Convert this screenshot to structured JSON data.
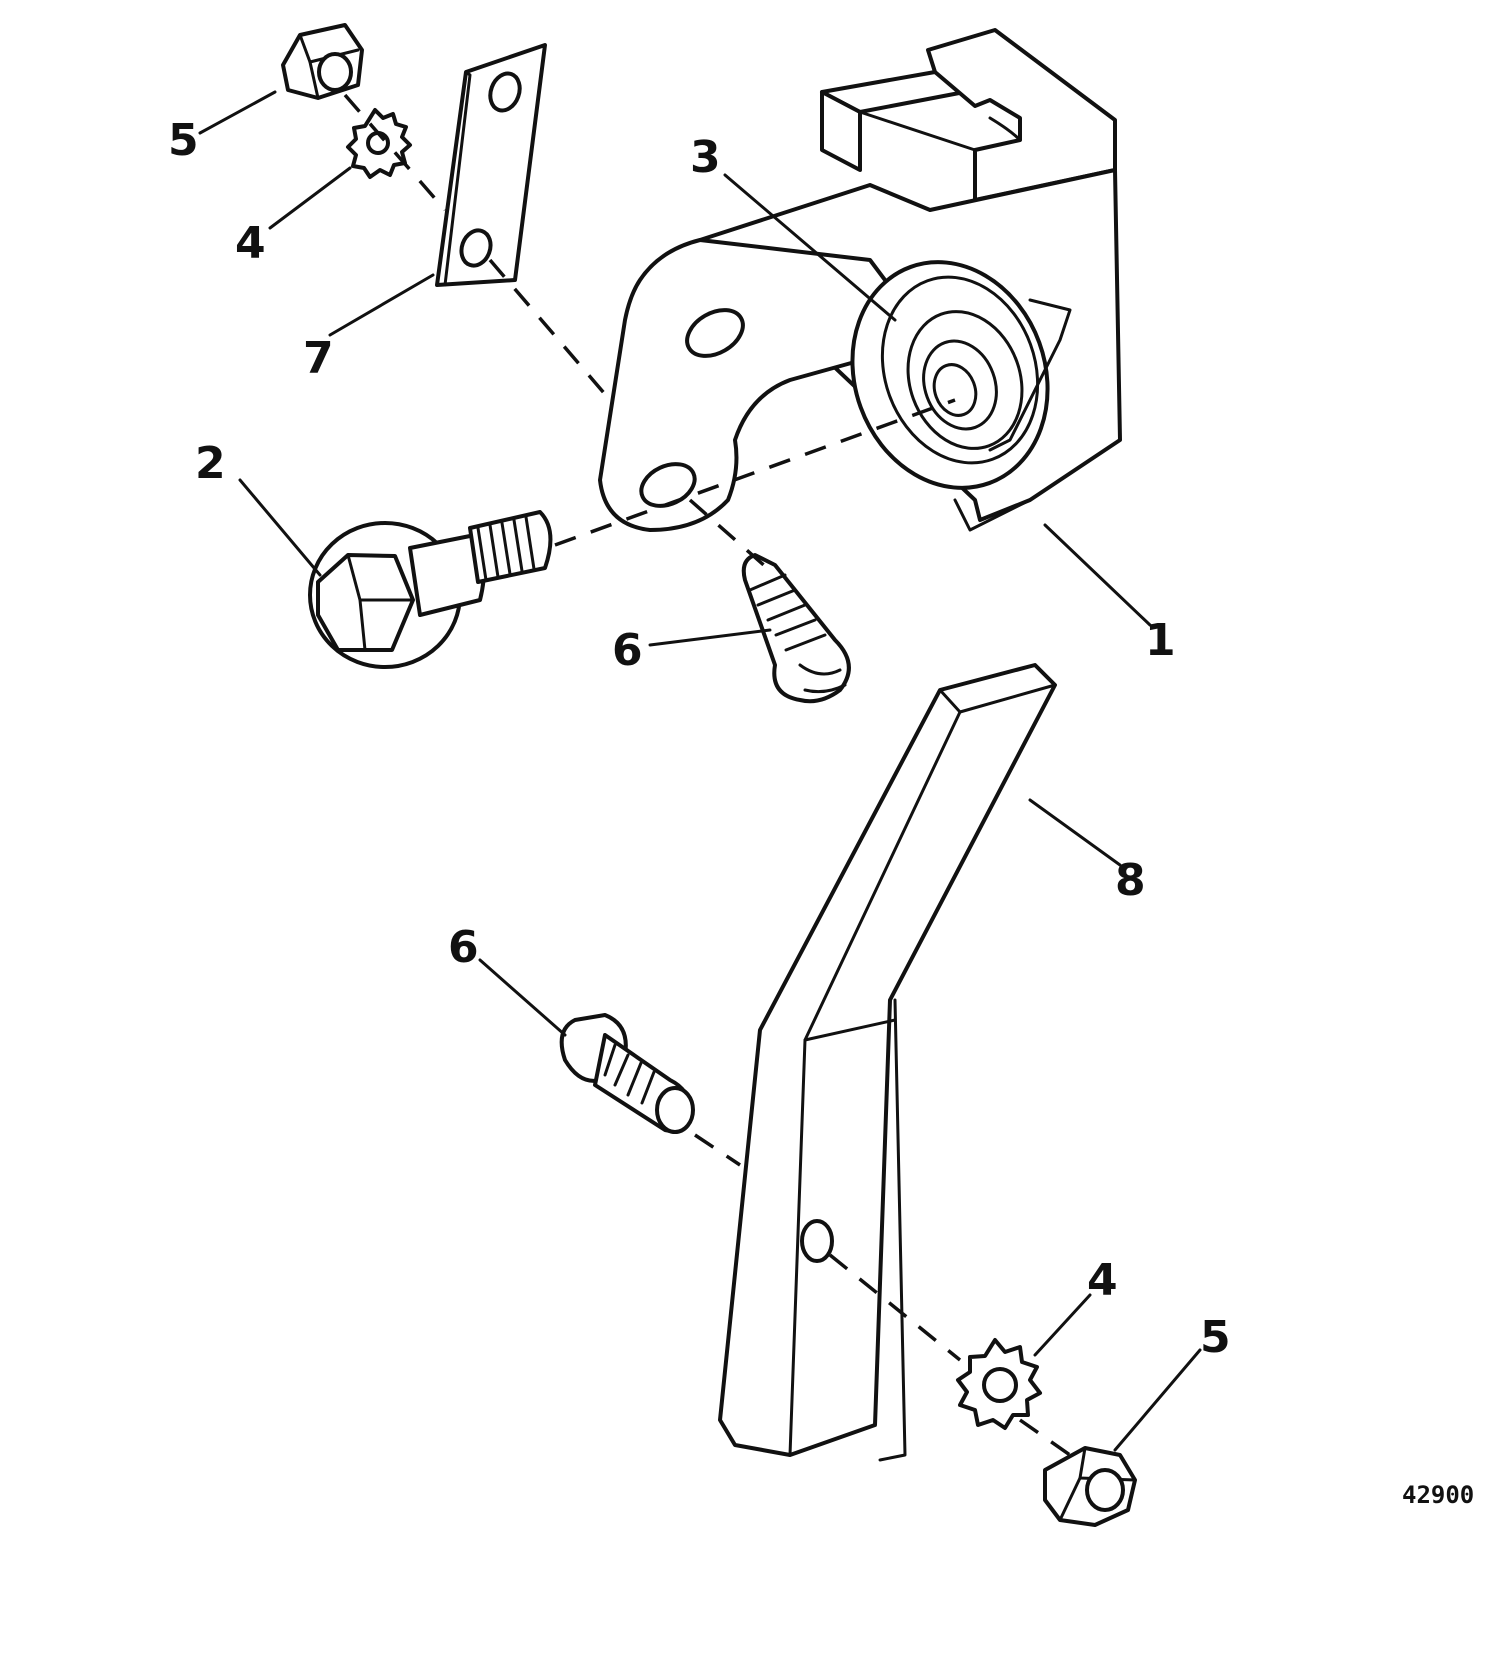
{
  "callouts": {
    "c1": "1",
    "c2": "2",
    "c3": "3",
    "c4_top": "4",
    "c5_top": "5",
    "c6_mid": "6",
    "c7": "7",
    "c8": "8",
    "c6_low": "6",
    "c4_low": "4",
    "c5_low": "5"
  },
  "figure_number": "42900"
}
